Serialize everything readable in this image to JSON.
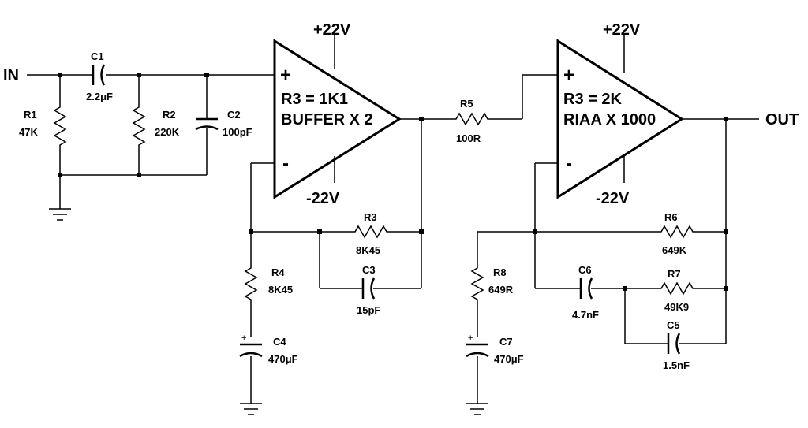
{
  "io": {
    "in": "IN",
    "out": "OUT"
  },
  "opamps": [
    {
      "label1": "R3 = 1K1",
      "label2": "BUFFER X 2",
      "vpos": "+22V",
      "vneg": "-22V",
      "plus": "+",
      "minus": "-"
    },
    {
      "label1": "R3 = 2K",
      "label2": "RIAA X 1000",
      "vpos": "+22V",
      "vneg": "-22V",
      "plus": "+",
      "minus": "-"
    }
  ],
  "components": {
    "C1": {
      "name": "C1",
      "value": "2.2μF"
    },
    "R1": {
      "name": "R1",
      "value": "47K"
    },
    "R2": {
      "name": "R2",
      "value": "220K"
    },
    "C2": {
      "name": "C2",
      "value": "100pF"
    },
    "R3": {
      "name": "R3",
      "value": "8K45"
    },
    "C3": {
      "name": "C3",
      "value": "15pF"
    },
    "R4": {
      "name": "R4",
      "value": "8K45"
    },
    "C4": {
      "name": "C4",
      "value": "470μF"
    },
    "R5": {
      "name": "R5",
      "value": "100R"
    },
    "R6": {
      "name": "R6",
      "value": "649K"
    },
    "C6": {
      "name": "C6",
      "value": "4.7nF"
    },
    "R7": {
      "name": "R7",
      "value": "49K9"
    },
    "C5": {
      "name": "C5",
      "value": "1.5nF"
    },
    "R8": {
      "name": "R8",
      "value": "649R"
    },
    "C7": {
      "name": "C7",
      "value": "470μF"
    }
  },
  "polarity": "+"
}
